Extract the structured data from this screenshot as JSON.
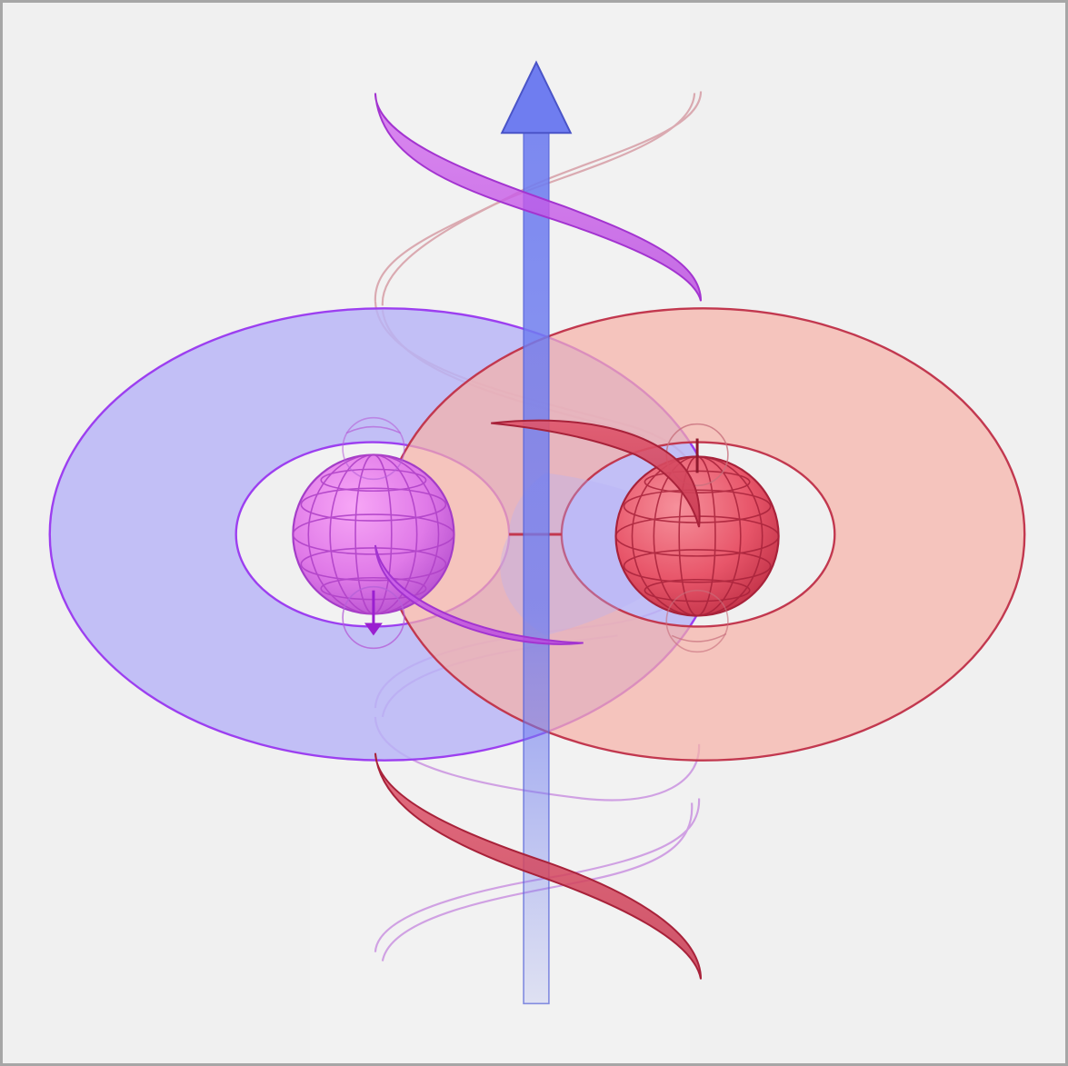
{
  "diagram": {
    "labels": [],
    "colors": {
      "background": "#f0f0f0",
      "frame": "#a6a6a6",
      "blue_disk": "#b7b3f7",
      "blue_disk_edge": "#9c3ff0",
      "red_disk": "#f6b1a6",
      "red_disk_edge": "#c2384f",
      "purple_sphere": "#e07ae8",
      "red_sphere": "#e8566a",
      "axis_arrow": "#6f7df0",
      "purple_ribbon": "#c65ae8",
      "red_ribbon": "#d9485f"
    },
    "icons": [
      "vertical-axis-arrow",
      "purple-sphere",
      "red-sphere",
      "helix-ribbon",
      "toroidal-disk"
    ]
  }
}
